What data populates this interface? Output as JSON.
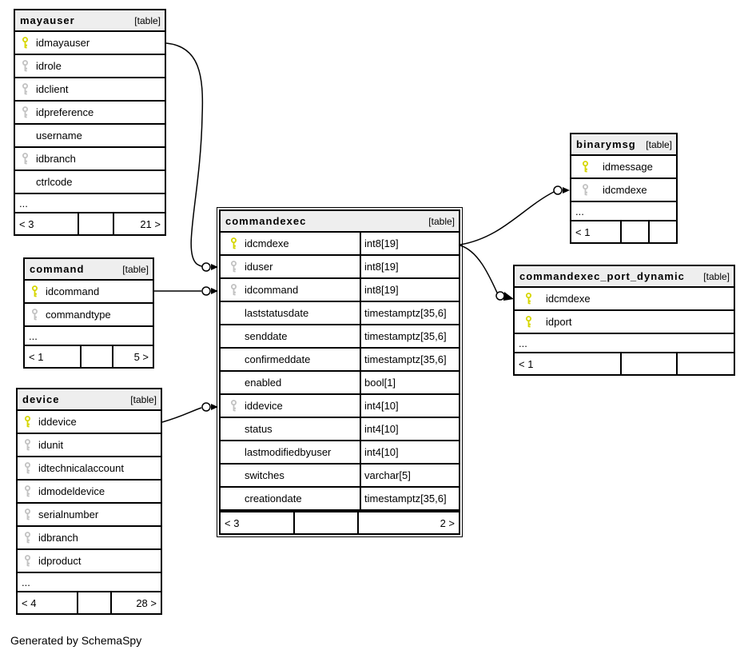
{
  "diagram": {
    "generator_note": "Generated by SchemaSpy",
    "colors": {
      "pk_key": "#d6d600",
      "fk_key": "#c2c2c2",
      "header_bg": "#eeeeee",
      "border": "#000000",
      "line": "#000000"
    },
    "tables": [
      {
        "id": "mayauser",
        "name": "mayauser",
        "tag": "[table]",
        "columns": [
          {
            "name": "idmayauser",
            "key": "pk"
          },
          {
            "name": "idrole",
            "key": "fk"
          },
          {
            "name": "idclient",
            "key": "fk"
          },
          {
            "name": "idpreference",
            "key": "fk"
          },
          {
            "name": "username",
            "key": ""
          },
          {
            "name": "idbranch",
            "key": "fk"
          },
          {
            "name": "ctrlcode",
            "key": ""
          }
        ],
        "ellipsis": "...",
        "footer": {
          "left": "< 3",
          "middle": "",
          "right": "21 >"
        }
      },
      {
        "id": "command",
        "name": "command",
        "tag": "[table]",
        "columns": [
          {
            "name": "idcommand",
            "key": "pk"
          },
          {
            "name": "commandtype",
            "key": "fk"
          }
        ],
        "ellipsis": "...",
        "footer": {
          "left": "< 1",
          "middle": "",
          "right": "5 >"
        }
      },
      {
        "id": "device",
        "name": "device",
        "tag": "[table]",
        "columns": [
          {
            "name": "iddevice",
            "key": "pk"
          },
          {
            "name": "idunit",
            "key": "fk"
          },
          {
            "name": "idtechnicalaccount",
            "key": "fk"
          },
          {
            "name": "idmodeldevice",
            "key": "fk"
          },
          {
            "name": "serialnumber",
            "key": "fk"
          },
          {
            "name": "idbranch",
            "key": "fk"
          },
          {
            "name": "idproduct",
            "key": "fk"
          }
        ],
        "ellipsis": "...",
        "footer": {
          "left": "< 4",
          "middle": "",
          "right": "28 >"
        }
      },
      {
        "id": "commandexec",
        "name": "commandexec",
        "tag": "[table]",
        "columns": [
          {
            "name": "idcmdexe",
            "key": "pk",
            "type": "int8[19]"
          },
          {
            "name": "iduser",
            "key": "fk",
            "type": "int8[19]"
          },
          {
            "name": "idcommand",
            "key": "fk",
            "type": "int8[19]"
          },
          {
            "name": "laststatusdate",
            "key": "",
            "type": "timestamptz[35,6]"
          },
          {
            "name": "senddate",
            "key": "",
            "type": "timestamptz[35,6]"
          },
          {
            "name": "confirmeddate",
            "key": "",
            "type": "timestamptz[35,6]"
          },
          {
            "name": "enabled",
            "key": "",
            "type": "bool[1]"
          },
          {
            "name": "iddevice",
            "key": "fk",
            "type": "int4[10]"
          },
          {
            "name": "status",
            "key": "",
            "type": "int4[10]"
          },
          {
            "name": "lastmodifiedbyuser",
            "key": "",
            "type": "int4[10]"
          },
          {
            "name": "switches",
            "key": "",
            "type": "varchar[5]"
          },
          {
            "name": "creationdate",
            "key": "",
            "type": "timestamptz[35,6]"
          }
        ],
        "footer": {
          "left": "< 3",
          "middle": "",
          "right": "2 >"
        }
      },
      {
        "id": "binarymsg",
        "name": "binarymsg",
        "tag": "[table]",
        "columns": [
          {
            "name": "idmessage",
            "key": "pk"
          },
          {
            "name": "idcmdexe",
            "key": "fk"
          }
        ],
        "ellipsis": "...",
        "footer": {
          "left": "< 1",
          "middle": "",
          "right": ""
        }
      },
      {
        "id": "commandexec_port_dynamic",
        "name": "commandexec_port_dynamic",
        "tag": "[table]",
        "columns": [
          {
            "name": "idcmdexe",
            "key": "pk"
          },
          {
            "name": "idport",
            "key": "pk"
          }
        ],
        "ellipsis": "...",
        "footer": {
          "left": "< 1",
          "middle": "",
          "right": ""
        }
      }
    ],
    "relationships": [
      {
        "from": "mayauser.idmayauser",
        "to": "commandexec.iduser"
      },
      {
        "from": "command.idcommand",
        "to": "commandexec.idcommand"
      },
      {
        "from": "device.iddevice",
        "to": "commandexec.iddevice"
      },
      {
        "from": "commandexec.idcmdexe",
        "to": "binarymsg.idcmdexe"
      },
      {
        "from": "commandexec.idcmdexe",
        "to": "commandexec_port_dynamic.idcmdexe"
      }
    ]
  }
}
